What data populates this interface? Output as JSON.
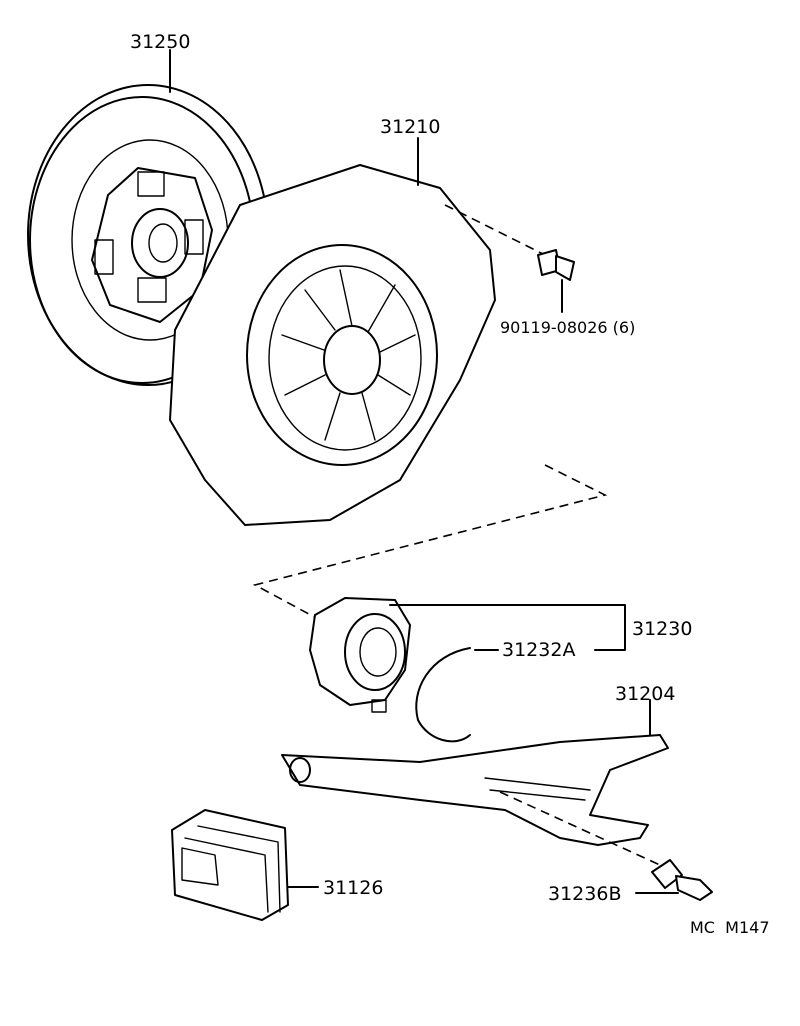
{
  "parts": [
    {
      "id": "clutch-disc",
      "number": "31250"
    },
    {
      "id": "clutch-cover",
      "number": "31210"
    },
    {
      "id": "bolt",
      "number": "90119-08026 (6)"
    },
    {
      "id": "release-bearing-assy",
      "number": "31230"
    },
    {
      "id": "release-bearing-clip",
      "number": "31232A"
    },
    {
      "id": "release-fork",
      "number": "31204"
    },
    {
      "id": "release-fork-boot",
      "number": "31126"
    },
    {
      "id": "fork-support",
      "number": "31236B"
    }
  ],
  "footer": {
    "code": "MC  M147"
  }
}
